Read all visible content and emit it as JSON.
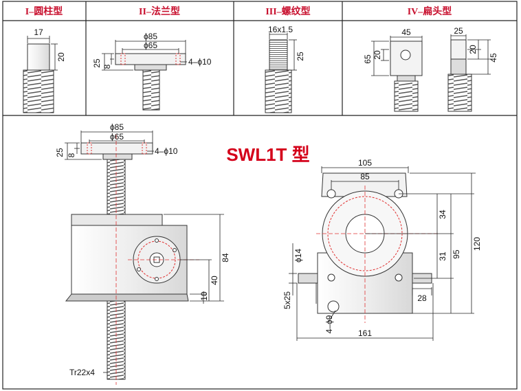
{
  "headers": [
    "I–圆柱型",
    "II–法兰型",
    "III–螺纹型",
    "IV–扁头型"
  ],
  "title": "SWL1T 型",
  "colors": {
    "header_red": "#c8102e",
    "title_red": "#d4001a",
    "center_line": "#e03030",
    "line": "#333333"
  },
  "type1": {
    "width": "17",
    "height": "20"
  },
  "type2": {
    "d85": "ϕ85",
    "d65": "ϕ65",
    "holes": "4–ϕ10",
    "h25": "25",
    "h8": "8"
  },
  "type3": {
    "thread": "16x1.5",
    "height": "25"
  },
  "type4": {
    "w45": "45",
    "h65": "65",
    "h20": "20",
    "w25": "25",
    "h20b": "20",
    "h45": "45"
  },
  "main": {
    "d85": "ϕ85",
    "d65": "ϕ65",
    "holes": "4–ϕ10",
    "h25": "25",
    "h8": "8",
    "h84": "84",
    "h40": "40",
    "h10": "10",
    "screw": "Tr22x4"
  },
  "side": {
    "w105": "105",
    "w85": "85",
    "h34": "34",
    "h31": "31",
    "h95": "95",
    "h120": "120",
    "d14": "ϕ14",
    "key": "5x25",
    "w28": "28",
    "d9": "4–ϕ9",
    "w161": "161"
  }
}
